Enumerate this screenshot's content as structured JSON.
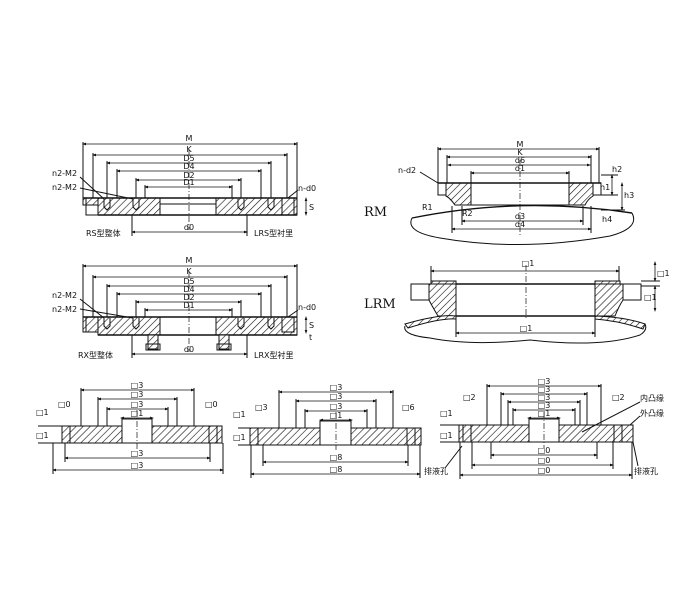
{
  "figures": {
    "rs": {
      "dims": [
        "M",
        "K",
        "D5",
        "D4",
        "D2",
        "D1"
      ],
      "d0": "d0",
      "s": "S",
      "thread_labels": [
        "n2-M2",
        "n2-M2"
      ],
      "hole_label": "n-d0",
      "left_caption": "RS型整体",
      "right_caption": "LRS型衬里"
    },
    "rx": {
      "dims": [
        "M",
        "K",
        "D5",
        "D4",
        "D2",
        "D1"
      ],
      "d0": "d0",
      "s": "S",
      "t": "t",
      "thread_labels": [
        "n2-M2",
        "n2-M2"
      ],
      "hole_label": "n-d0",
      "left_caption": "RX型整体",
      "right_caption": "LRX型衬里"
    },
    "rm": {
      "title": "RM",
      "dims": [
        "M",
        "K",
        "d6",
        "d1"
      ],
      "bottom_dims": [
        "d3",
        "d4"
      ],
      "hole_label": "n-d2",
      "radius_labels": [
        "R1",
        "R2"
      ],
      "height_labels": [
        "h2",
        "h1",
        "h3",
        "h4"
      ]
    },
    "lrm": {
      "title": "LRM",
      "top_dim": "□1",
      "bottom_dim": "□1",
      "side_labels": [
        "□1",
        "□1"
      ]
    },
    "bottom_left": {
      "dims": [
        "□3",
        "□3",
        "□3",
        "□1"
      ],
      "bottom_dims": [
        "□3",
        "□3"
      ],
      "side_labels": [
        "□0",
        "□0"
      ],
      "left_labels": [
        "□1",
        "□1"
      ]
    },
    "bottom_mid": {
      "dims": [
        "□3",
        "□3",
        "□3",
        "□1"
      ],
      "bottom_dims": [
        "□8",
        "□8"
      ],
      "side_labels": [
        "□3",
        "□6"
      ],
      "left_labels": [
        "□1",
        "□1"
      ]
    },
    "bottom_right": {
      "dims": [
        "□3",
        "□3",
        "□3",
        "□3",
        "□1"
      ],
      "bottom_dims": [
        "□0",
        "□0",
        "□0"
      ],
      "side_labels": [
        "□2",
        "□2"
      ],
      "left_labels": [
        "□1",
        "□1"
      ],
      "callouts": [
        "内凸缘",
        "外凸缘",
        "排液孔",
        "排液孔"
      ]
    }
  }
}
